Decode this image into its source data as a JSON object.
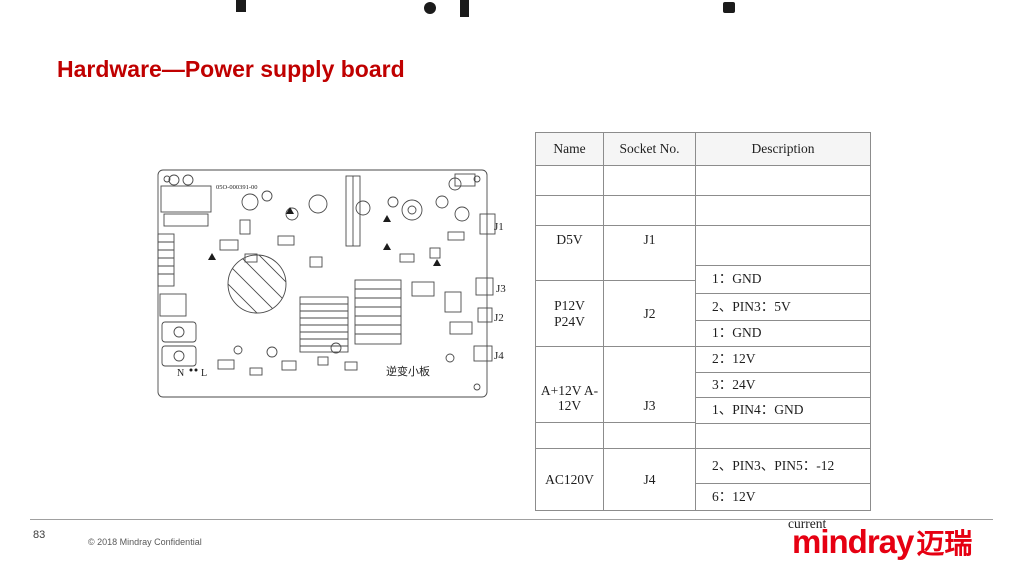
{
  "slide": {
    "title": "Hardware—Power supply board",
    "page_number": "83",
    "copyright": "© 2018 Mindray Confidential",
    "logo_latin": "mindray",
    "logo_cjk": "迈瑞",
    "accent_color": "#c00000",
    "logo_color": "#e60012"
  },
  "diagram": {
    "board_label": "05O-000391-00",
    "board_caption": "逆变小板",
    "connector_j1": "J1",
    "connector_j2": "J2",
    "connector_j3": "J3",
    "connector_j4": "J4",
    "terminal_n": "N",
    "terminal_l": "L"
  },
  "table": {
    "headers": {
      "name": "Name",
      "socket": "Socket No.",
      "description": "Description"
    },
    "left_rows": [
      {
        "name": "",
        "socket": ""
      },
      {
        "name": "",
        "socket": ""
      },
      {
        "name": "D5V",
        "socket": "J1"
      },
      {
        "name": "P12V\nP24V",
        "socket": "J2"
      },
      {
        "name": "A+12V A-12V",
        "socket": "J3"
      },
      {
        "name": "",
        "socket": ""
      },
      {
        "name": "AC120V",
        "socket": "J4"
      }
    ],
    "desc_rows": [
      "",
      "",
      "",
      "1：GND",
      "2、PIN3：5V",
      "1：GND",
      "2：12V",
      "3：24V",
      "1、PIN4：GND",
      "",
      "2、PIN3、PIN5：-12",
      "6：12V"
    ],
    "overflow_text": "current"
  }
}
